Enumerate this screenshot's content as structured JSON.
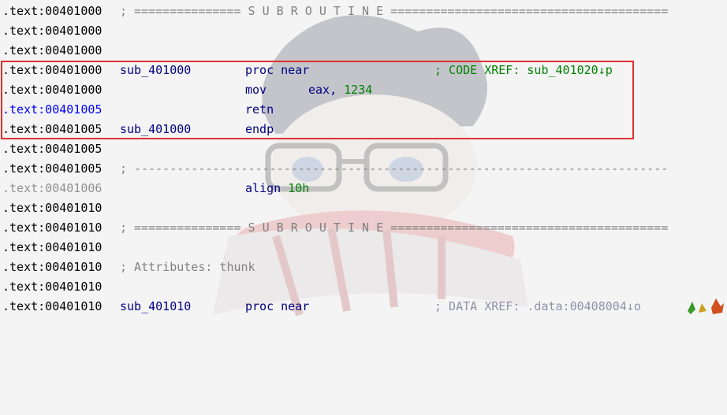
{
  "colors": {
    "background": "#f4f4f4",
    "address": "#000000",
    "address_alt": "#0000ff",
    "label": "#000080",
    "instruction": "#000080",
    "number": "#008000",
    "xref_comment": "#008000",
    "separator": "#808080",
    "highlight_border": "#e03030"
  },
  "listing": {
    "lines": [
      {
        "addr": ".text:00401000",
        "separator": "; =============== S U B R O U T I N E ======================================="
      },
      {
        "addr": ".text:00401000"
      },
      {
        "addr": ".text:00401000"
      },
      {
        "addr": ".text:00401000",
        "label": "sub_401000",
        "mnemonic": "proc near",
        "xref": "; CODE XREF: sub_401020↓p"
      },
      {
        "addr": ".text:00401000",
        "mnemonic": "mov",
        "operand_reg": "eax, ",
        "operand_num": "1234"
      },
      {
        "addr": ".text:00401005",
        "mnemonic": "retn"
      },
      {
        "addr": ".text:00401005",
        "label": "sub_401000",
        "mnemonic": "endp"
      },
      {
        "addr": ".text:00401005"
      },
      {
        "addr": ".text:00401005",
        "separator": "; ---------------------------------------------------------------------------"
      },
      {
        "addr": ".text:00401006",
        "mnemonic": "align",
        "operand_num": "10h"
      },
      {
        "addr": ".text:00401010"
      },
      {
        "addr": ".text:00401010",
        "separator": "; =============== S U B R O U T I N E ======================================="
      },
      {
        "addr": ".text:00401010"
      },
      {
        "addr": ".text:00401010",
        "comment": "; Attributes: thunk"
      },
      {
        "addr": ".text:00401010"
      },
      {
        "addr": ".text:00401010",
        "label": "sub_401010",
        "mnemonic": "proc near",
        "xref": "; DATA XREF: .data:00408004↓o"
      }
    ]
  },
  "icons": {
    "background_art": "anime-character-watermark",
    "corner_logo": "logo-icon"
  }
}
